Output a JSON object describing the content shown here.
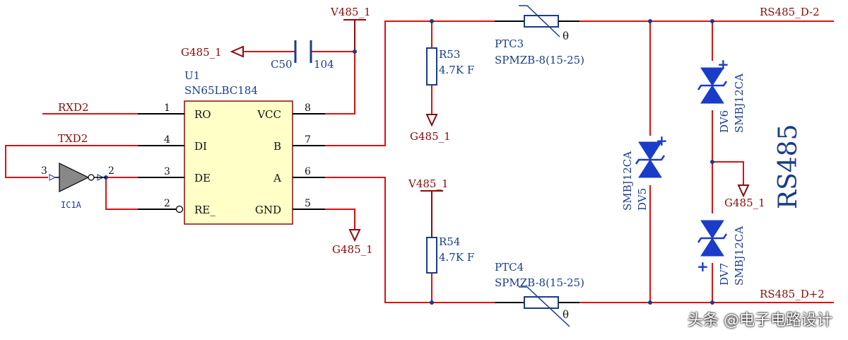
{
  "nets": {
    "v485_top": "V485_1",
    "v485_mid": "V485_1",
    "g485_cap": "G485_1",
    "g485_r53": "G485_1",
    "g485_u1": "G485_1",
    "g485_tvs": "G485_1",
    "rxd": "RXD2",
    "txd": "TXD2",
    "d_minus": "RS485_D-2",
    "d_plus": "RS485_D+2"
  },
  "u1": {
    "ref": "U1",
    "part": "SN65LBC184",
    "left_pins": [
      {
        "num": "1",
        "name": "RO"
      },
      {
        "num": "4",
        "name": "DI"
      },
      {
        "num": "3",
        "name": "DE"
      },
      {
        "num": "2",
        "name": "RE_"
      }
    ],
    "right_pins": [
      {
        "num": "8",
        "name": "VCC"
      },
      {
        "num": "7",
        "name": "B"
      },
      {
        "num": "6",
        "name": "A"
      },
      {
        "num": "5",
        "name": "GND"
      }
    ]
  },
  "c50": {
    "ref": "C50",
    "value": "104"
  },
  "r53": {
    "ref": "R53",
    "value": "4.7K F"
  },
  "r54": {
    "ref": "R54",
    "value": "4.7K F"
  },
  "ptc3": {
    "ref": "PTC3",
    "value": "SPMZB-8(15-25)",
    "theta": "θ"
  },
  "ptc4": {
    "ref": "PTC4",
    "value": "SPMZB-8(15-25)",
    "theta": "θ"
  },
  "dv5": {
    "ref": "DV5",
    "value": "SMBJ12CA",
    "plus": "+"
  },
  "dv6": {
    "ref": "DV6",
    "value": "SMBJ12CA",
    "plus": "+"
  },
  "dv7": {
    "ref": "DV7",
    "value": "SMBJ12CA",
    "plus": "+"
  },
  "ic1a": {
    "ref": "IC1A",
    "pin_in": "3",
    "pin_out": "2"
  },
  "title": "RS485",
  "watermark": "头条 @电子电路设计",
  "colors": {
    "wire": "#e01010",
    "net_label": "#8b0a0a",
    "component": "#1a3c8c",
    "chip_fill": "#ffffc8",
    "diode_fill": "#1a3cc8"
  }
}
